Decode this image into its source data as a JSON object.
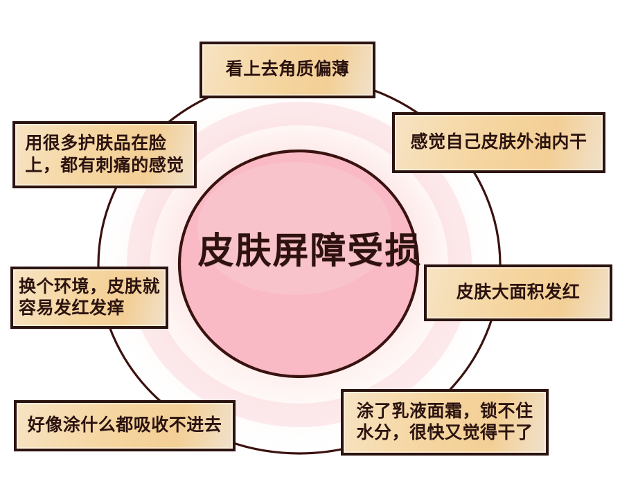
{
  "diagram": {
    "type": "radial-concept-map",
    "center": {
      "label": "皮肤屏障受损",
      "fill_color": "#f9bac5",
      "stroke_color": "#3a120f"
    },
    "ring": {
      "stroke_color": "#3a120f",
      "halo_color": "#fbe4e2"
    },
    "box_style": {
      "fill_color": "#f5d49d",
      "border_color": "#2b1310",
      "text_color": "#2b1310"
    },
    "nodes": [
      {
        "id": "top",
        "label": "看上去角质偏薄"
      },
      {
        "id": "top-right",
        "label": "感觉自己皮肤外油内干"
      },
      {
        "id": "top-left",
        "label": "用很多护肤品在脸\n上，都有刺痛的感觉"
      },
      {
        "id": "left",
        "label": "换个环境，皮肤就\n容易发红发痒"
      },
      {
        "id": "right",
        "label": "皮肤大面积发红"
      },
      {
        "id": "bottom-left",
        "label": "好像涂什么都吸收不进去"
      },
      {
        "id": "bottom-right",
        "label": "涂了乳液面霜，锁不住\n水分，很快又觉得干了"
      }
    ]
  }
}
